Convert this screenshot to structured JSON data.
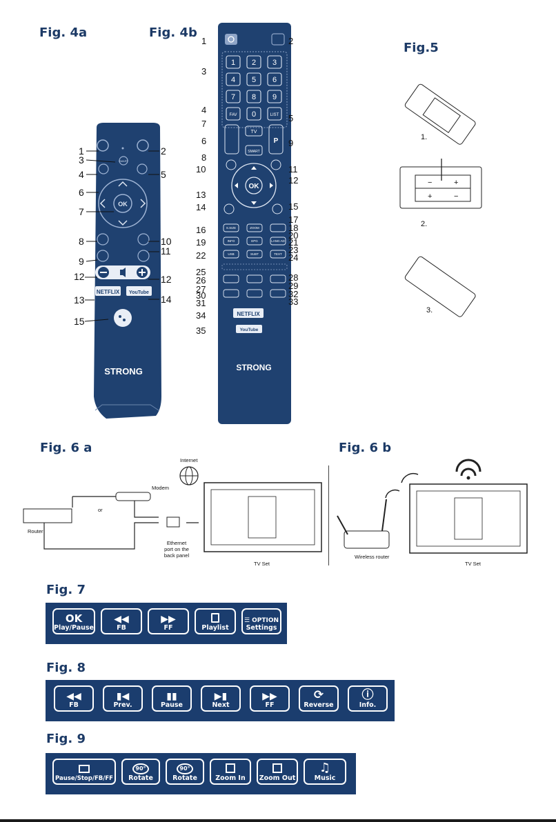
{
  "titles": {
    "fig4a": "Fig. 4a",
    "fig4b": "Fig. 4b",
    "fig5": "Fig.5",
    "fig6a": "Fig. 6 a",
    "fig6b": "Fig. 6 b",
    "fig7": "Fig. 7",
    "fig8": "Fig. 8",
    "fig9": "Fig. 9"
  },
  "brand": "STRONG",
  "remote_a": {
    "callouts": [
      "1",
      "3",
      "4",
      "6",
      "7",
      "8",
      "9",
      "12",
      "13",
      "15",
      "2",
      "5",
      "10",
      "11",
      "12",
      "14"
    ],
    "ok": "OK",
    "smart": "SMART",
    "netflix": "NETFLIX",
    "youtube": "YouTube"
  },
  "remote_b": {
    "callouts": [
      "1",
      "3",
      "4",
      "7",
      "6",
      "8",
      "10",
      "13",
      "14",
      "16",
      "19",
      "22",
      "25",
      "26",
      "27",
      "30",
      "31",
      "34",
      "35",
      "2",
      "5",
      "9",
      "11",
      "12",
      "15",
      "17",
      "18",
      "20",
      "21",
      "23",
      "24",
      "28",
      "29",
      "32",
      "33"
    ],
    "digits": [
      "1",
      "2",
      "3",
      "4",
      "5",
      "6",
      "7",
      "8",
      "9",
      "0"
    ],
    "fav": "FAV",
    "list": "LIST",
    "tv": "TV",
    "smart": "SMART",
    "p": "P",
    "ok": "OK",
    "row1": [
      "S.SIZE",
      "ZOOM",
      ""
    ],
    "row2": [
      "INFO",
      "EPG",
      "LANG AD"
    ],
    "row3": [
      "USB",
      "SUBT",
      "TEXT"
    ],
    "netflix": "NETFLIX",
    "youtube": "YouTube"
  },
  "fig5": {
    "steps": [
      "1.",
      "2.",
      "3."
    ]
  },
  "fig6a": {
    "internet": "Internet",
    "modem": "Modem",
    "or": "or",
    "router": "Router",
    "ethernet": [
      "Ethernet",
      "port on the",
      "back panel"
    ],
    "tvset": "TV Set"
  },
  "fig6b": {
    "wireless_router": "Wireless router",
    "tvset": "TV Set"
  },
  "fig7": [
    {
      "symbol": "OK",
      "label": "Play/Pause",
      "icon": "ok-text"
    },
    {
      "symbol": "◀◀",
      "label": "FB",
      "icon": "fast-backward-icon"
    },
    {
      "symbol": "▶▶",
      "label": "FF",
      "icon": "fast-forward-icon"
    },
    {
      "symbol": "",
      "label": "Playlist",
      "icon": "playlist-icon"
    },
    {
      "symbol": "☰ OPTION",
      "label": "Settings",
      "icon": "option-icon"
    }
  ],
  "fig8": [
    {
      "symbol": "◀◀",
      "label": "FB"
    },
    {
      "symbol": "▮◀",
      "label": "Prev."
    },
    {
      "symbol": "▮▮",
      "label": "Pause"
    },
    {
      "symbol": "▶▮",
      "label": "Next"
    },
    {
      "symbol": "▶▶",
      "label": "FF"
    },
    {
      "symbol": "⟳",
      "label": "Reverse"
    },
    {
      "symbol": "ⓘ",
      "label": "Info."
    }
  ],
  "fig9": [
    {
      "symbol": "",
      "label": "Pause/Stop/FB/FF"
    },
    {
      "symbol": "90°",
      "label": "Rotate"
    },
    {
      "symbol": "90°",
      "label": "Rotate"
    },
    {
      "symbol": "",
      "label": "Zoom In"
    },
    {
      "symbol": "",
      "label": "Zoom Out"
    },
    {
      "symbol": "♫",
      "label": "Music"
    }
  ],
  "colors": {
    "navy": "#1b3d6e",
    "remote": "#1f4170",
    "title": "#1c3a66"
  }
}
